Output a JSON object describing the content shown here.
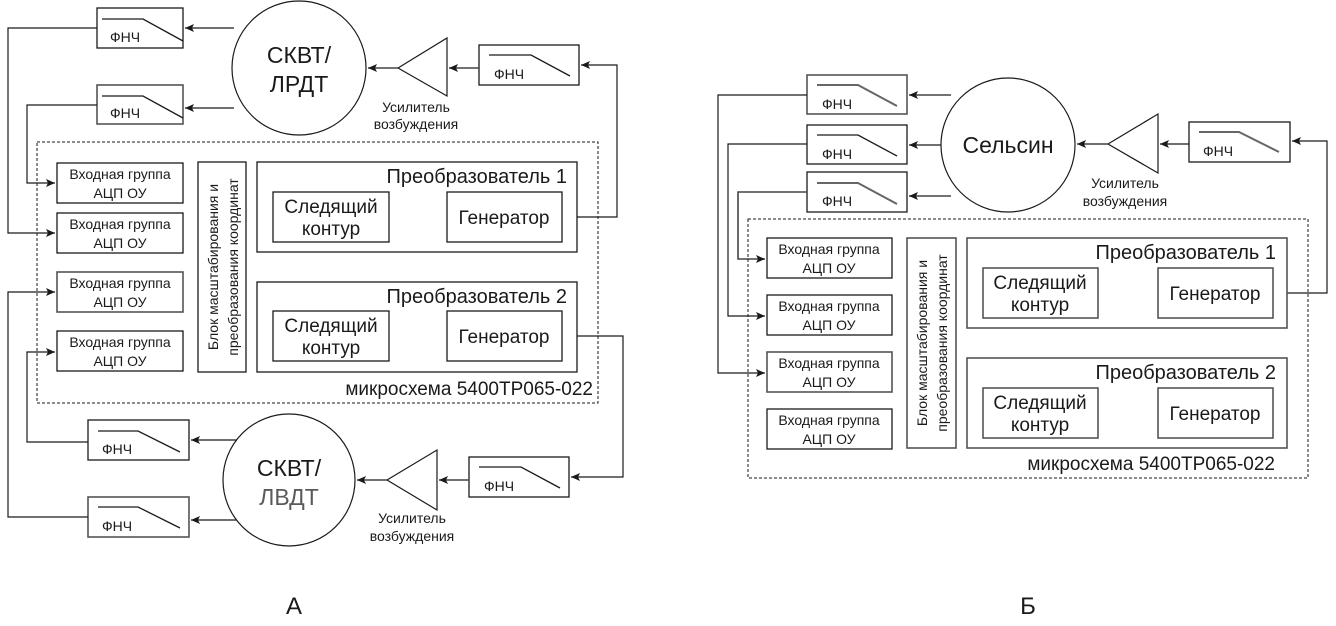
{
  "figure": {
    "panels": [
      {
        "id": "A",
        "caption": "А",
        "sensor": {
          "line1": "СКВТ/",
          "line2": "ЛРДТ"
        },
        "sensor2": {
          "line1": "СКВТ/",
          "line2": "ЛВДТ"
        },
        "amplifier_label": {
          "line1": "Усилитель",
          "line2": "возбуждения"
        },
        "filter_label": "ФНЧ",
        "input_group": {
          "line1": "Входная группа",
          "line2": "АЦП ОУ"
        },
        "scaling_block": {
          "line1": "Блок масштабирования и",
          "line2": "преобразования координат"
        },
        "converter1": {
          "title": "Преобразователь 1",
          "tracking": {
            "line1": "Следящий",
            "line2": "контур"
          },
          "generator": "Генератор"
        },
        "converter2": {
          "title": "Преобразователь 2",
          "tracking": {
            "line1": "Следящий",
            "line2": "контур"
          },
          "generator": "Генератор"
        },
        "chip_label": "микросхема 5400ТР065-022"
      },
      {
        "id": "B",
        "caption": "Б",
        "sensor": {
          "line1": "Сельсин"
        },
        "amplifier_label": {
          "line1": "Усилитель",
          "line2": "возбуждения"
        },
        "filter_label": "ФНЧ",
        "input_group": {
          "line1": "Входная группа",
          "line2": "АЦП ОУ"
        },
        "scaling_block": {
          "line1": "Блок масштабирования и",
          "line2": "преобразования координат"
        },
        "converter1": {
          "title": "Преобразователь 1",
          "tracking": {
            "line1": "Следящий",
            "line2": "контур"
          },
          "generator": "Генератор"
        },
        "converter2": {
          "title": "Преобразователь 2",
          "tracking": {
            "line1": "Следящий",
            "line2": "контур"
          },
          "generator": "Генератор"
        },
        "chip_label": "микросхема 5400ТР065-022"
      }
    ]
  }
}
